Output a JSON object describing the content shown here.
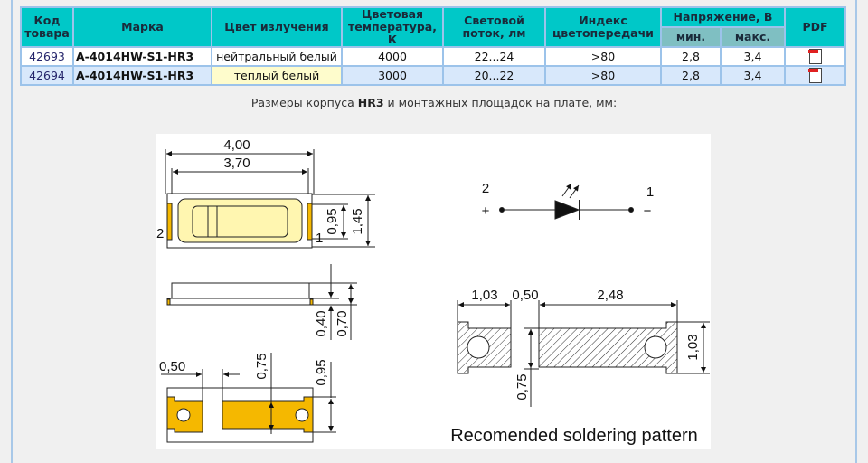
{
  "table": {
    "headers": {
      "code": "Код товара",
      "mark": "Марка",
      "color": "Цвет излучения",
      "temp": "Цветовая температура, К",
      "flux": "Световой поток, лм",
      "cri": "Индекс цветопередачи",
      "voltage": "Напряжение, В",
      "vmin": "мин.",
      "vmax": "макс.",
      "pdf": "PDF"
    },
    "rows": [
      {
        "code": "42693",
        "mark": "A-4014HW-S1-HR3",
        "color": "нейтральный белый",
        "temp": "4000",
        "flux": "22...24",
        "cri": ">80",
        "vmin": "2,8",
        "vmax": "3,4",
        "pdf": "pdf-icon"
      },
      {
        "code": "42694",
        "mark": "A-4014HW-S1-HR3",
        "color": "теплый белый",
        "temp": "3000",
        "flux": "20...22",
        "cri": ">80",
        "vmin": "2,8",
        "vmax": "3,4",
        "pdf": "pdf-icon"
      }
    ]
  },
  "caption": {
    "pre": "Размеры корпуса ",
    "bold": "HR3",
    "post": " и монтажных площадок на плате, мм:"
  },
  "diagram": {
    "top": {
      "w_outer": "4,00",
      "w_inner": "3,70",
      "h_inner": "0,95",
      "h_outer": "1,45",
      "pin_left": "2",
      "pin_right": "1"
    },
    "side": {
      "h1": "0,40",
      "h2": "0,70"
    },
    "bottom": {
      "gap": "0,50",
      "pad_h": "0,75",
      "h": "0,95"
    },
    "schematic": {
      "pin_left": "2",
      "pin_right": "1",
      "plus": "+",
      "minus": "−"
    },
    "footprint": {
      "w1": "1,03",
      "gap": "0,50",
      "w2": "2,48",
      "h": "1,03",
      "pad_h": "0,75",
      "title": "Recomended soldering pattern"
    }
  },
  "colors": {
    "header": "#00c8c8",
    "pad": "#f5b800",
    "lens": "#fff6b0"
  }
}
